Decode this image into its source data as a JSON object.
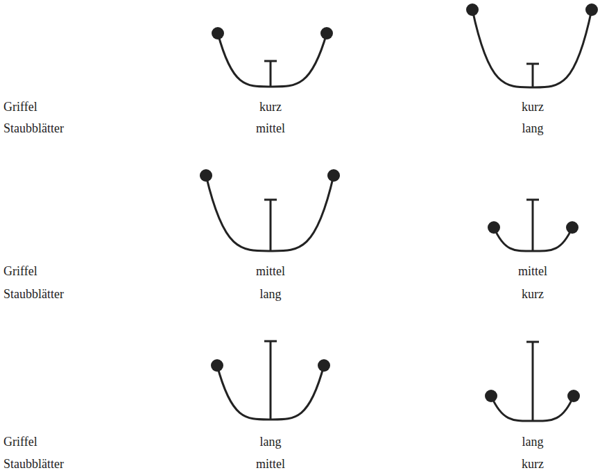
{
  "diagram": {
    "labels": [
      "Griffel",
      "kurz",
      "kurz",
      "Staubblätter",
      "mittel",
      "lang",
      "Griffel",
      "mittel",
      "mittel",
      "Staubblätter",
      "lang",
      "kurz",
      "Griffel",
      "lang",
      "lang",
      "Staubblätter",
      "mittel",
      "kurz"
    ]
  }
}
